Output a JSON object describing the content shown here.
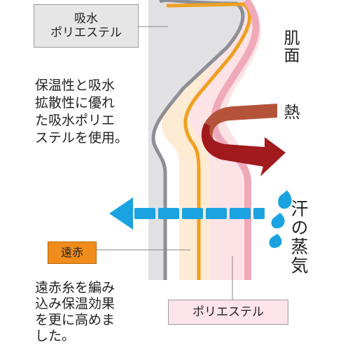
{
  "labels": {
    "top_material": [
      "吸水",
      "ポリエステル"
    ],
    "top_description": [
      "保温性と吸水",
      "拡散性に優れ",
      "た吸水ポリエ",
      "ステルを使用。"
    ],
    "enseki": "遠赤",
    "bottom_description": [
      "遠赤糸を編み",
      "込み保温効果",
      "を更に高めま",
      "した。"
    ],
    "polyester": "ポリエステル",
    "skin": "肌面",
    "heat": "熱",
    "sweat": "汗の蒸気"
  },
  "colors": {
    "gray_layer": "#e1e1e4",
    "gray_edge": "#8e8e96",
    "orange_line": "#f0a020",
    "orange_fill": "#fdebd4",
    "pink_line": "#f0a9b9",
    "pink_fill": "#fde2e6",
    "heat_arrow_light": "#b5533a",
    "heat_arrow_dark": "#a11a1e",
    "vapor_arrow": "#1aa3e0",
    "enseki_box": "#ef8c1b"
  }
}
